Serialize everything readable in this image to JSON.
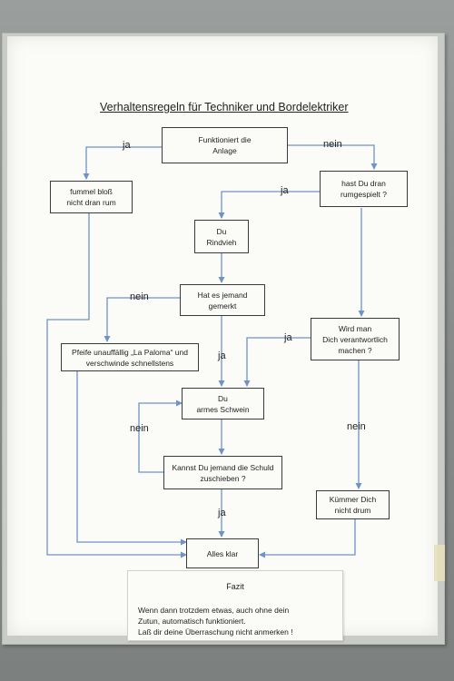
{
  "title": "Verhaltensregeln für Techniker  und Bordelektriker",
  "boxes": {
    "funktioniert": "Funktioniert die\nAnlage",
    "fummel": "fummel bloß\nnicht dran rum",
    "hast_du": "hast Du dran\nrumgespielt ?",
    "rindvieh": "Du\nRindvieh",
    "hat_es": "Hat es jemand\ngemerkt",
    "wird_man": "Wird man\nDich verantwortlich\nmachen ?",
    "pfeife": "Pfeife unauffällig „La Paloma“ und\nverschwinde schnellstens",
    "armes": "Du\narmes Schwein",
    "kannst": "Kannst Du jemand die Schuld\nzuschieben ?",
    "kummer": "Kümmer Dich\nnicht drum",
    "alles": "Alles klar"
  },
  "labels": {
    "ja_top": "ja",
    "nein_top": "nein",
    "ja_rindvieh": "ja",
    "nein_hat": "nein",
    "ja_wird": "ja",
    "ja_hat": "ja",
    "nein_kannst": "nein",
    "nein_wird": "nein",
    "ja_kannst": "ja"
  },
  "fazit": {
    "heading": "Fazit",
    "line1": "Wenn dann trotzdem etwas, auch ohne dein",
    "line2": "Zutun, automatisch funktioniert.",
    "line3": "Laß dir deine Überraschung nicht anmerken !"
  },
  "colors": {
    "connector": "#6f93c6",
    "box_border": "#3a3a3a",
    "paper": "#fbfbf8"
  }
}
